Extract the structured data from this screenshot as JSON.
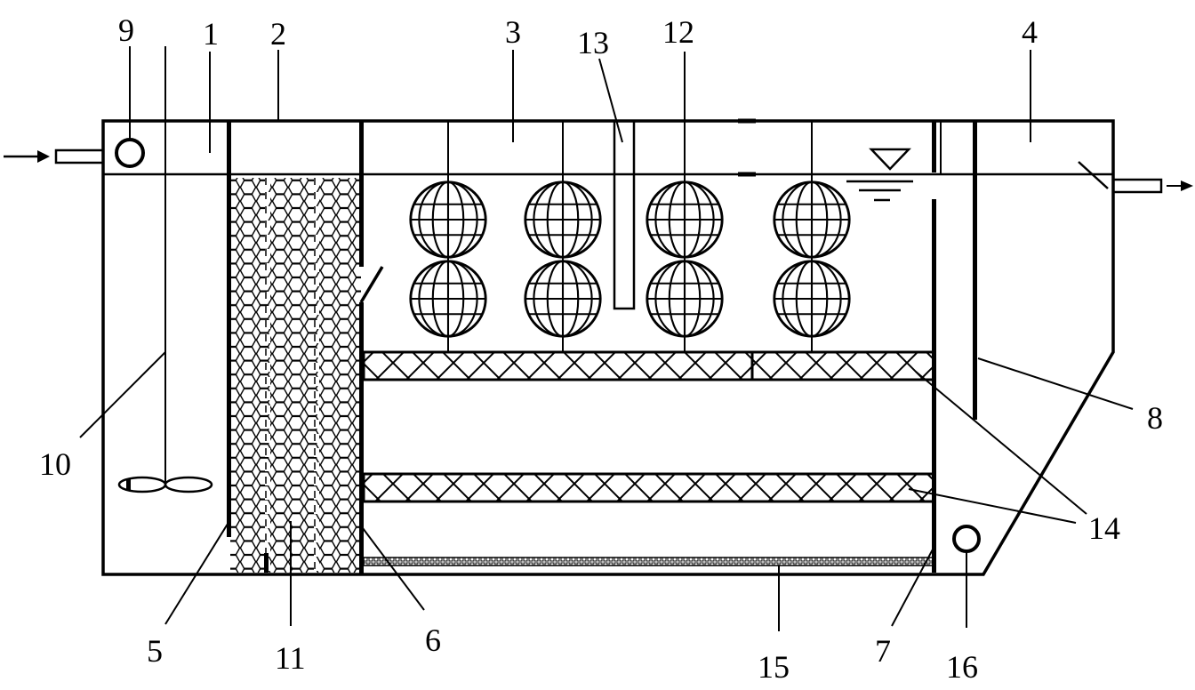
{
  "labels": {
    "l1": "1",
    "l2": "2",
    "l3": "3",
    "l4": "4",
    "l5": "5",
    "l6": "6",
    "l7": "7",
    "l8": "8",
    "l9": "9",
    "l10": "10",
    "l11": "11",
    "l12": "12",
    "l13": "13",
    "l14": "14",
    "l15": "15",
    "l16": "16"
  },
  "icons": {
    "inflow": "arrow-right-icon",
    "outflow": "arrow-right-icon",
    "water-level": "water-level-triangle-icon"
  }
}
